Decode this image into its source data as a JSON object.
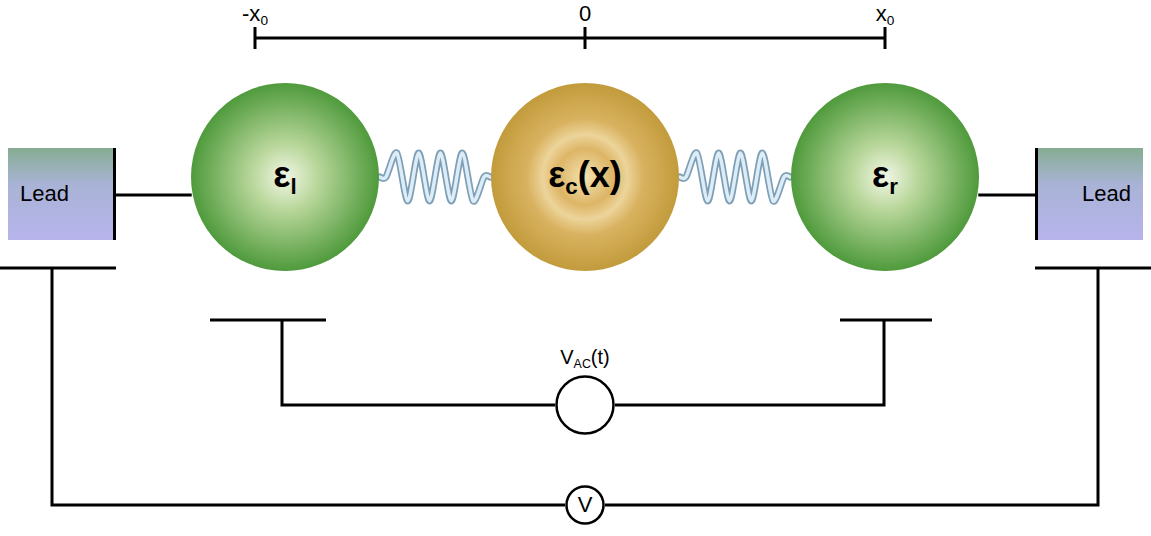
{
  "diagram": {
    "nodes": [
      {
        "text": [
          "Lead"
        ]
      },
      {
        "text": [
          "εl"
        ]
      },
      {
        "text": [
          "εc(x)"
        ]
      },
      {
        "text": [
          "εr"
        ]
      },
      {
        "text": [
          "Lead"
        ]
      },
      {
        "text": [
          "VAC(t)"
        ]
      },
      {
        "text": [
          "V"
        ]
      }
    ],
    "edges": [
      {
        "from": 0,
        "to": 1,
        "arrow": "none"
      },
      {
        "from": 1,
        "to": 2,
        "arrow": "none"
      },
      {
        "from": 2,
        "to": 3,
        "arrow": "none"
      },
      {
        "from": 3,
        "to": 4,
        "arrow": "none"
      }
    ],
    "labels": [
      "-x0",
      "0",
      "x0"
    ]
  }
}
